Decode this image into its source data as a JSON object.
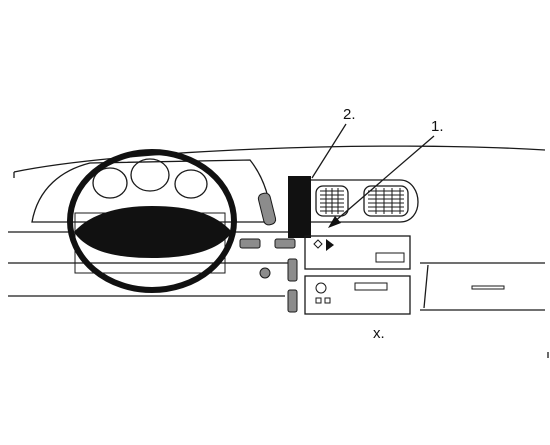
{
  "labels": {
    "callout_1": "1.",
    "callout_2": "2.",
    "note_x": "x."
  },
  "colors": {
    "line": "#1a1a1a",
    "mount_bracket": "#111111",
    "switch_grey": "#8c8c8c",
    "background": "#ffffff"
  }
}
